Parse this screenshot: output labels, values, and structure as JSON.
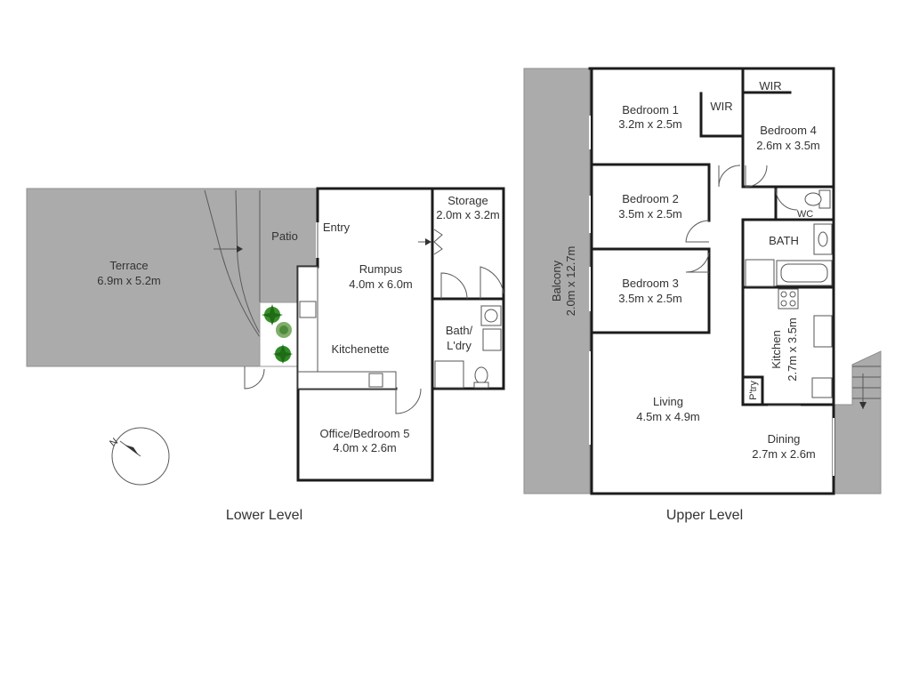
{
  "lower_level": {
    "title": "Lower Level",
    "rooms": {
      "terrace": {
        "name": "Terrace",
        "dims": "6.9m x 5.2m"
      },
      "patio": {
        "name": "Patio"
      },
      "entry": {
        "name": "Entry"
      },
      "rumpus": {
        "name": "Rumpus",
        "dims": "4.0m x 6.0m"
      },
      "storage": {
        "name": "Storage",
        "dims": "2.0m x 3.2m"
      },
      "bath_ldry": {
        "name_line1": "Bath/",
        "name_line2": "L'dry"
      },
      "kitchenette": {
        "name": "Kitchenette"
      },
      "office": {
        "name": "Office/Bedroom 5",
        "dims": "4.0m x 2.6m"
      }
    },
    "compass_label": "N"
  },
  "upper_level": {
    "title": "Upper Level",
    "rooms": {
      "balcony": {
        "name": "Balcony",
        "dims": "2.0m x 12.7m"
      },
      "bedroom1": {
        "name": "Bedroom 1",
        "dims": "3.2m x 2.5m"
      },
      "wir1": {
        "name": "WIR"
      },
      "wir2": {
        "name": "WIR"
      },
      "bedroom4": {
        "name": "Bedroom 4",
        "dims": "2.6m x 3.5m"
      },
      "bedroom2": {
        "name": "Bedroom 2",
        "dims": "3.5m x 2.5m"
      },
      "wc": {
        "name": "WC"
      },
      "bath": {
        "name": "BATH"
      },
      "bedroom3": {
        "name": "Bedroom 3",
        "dims": "3.5m x 2.5m"
      },
      "kitchen": {
        "name": "Kitchen",
        "dims": "2.7m x 3.5m"
      },
      "pantry": {
        "name": "P'try"
      },
      "living": {
        "name": "Living",
        "dims": "4.5m x 4.9m"
      },
      "dining": {
        "name": "Dining",
        "dims": "2.7m x 2.6m"
      }
    }
  }
}
